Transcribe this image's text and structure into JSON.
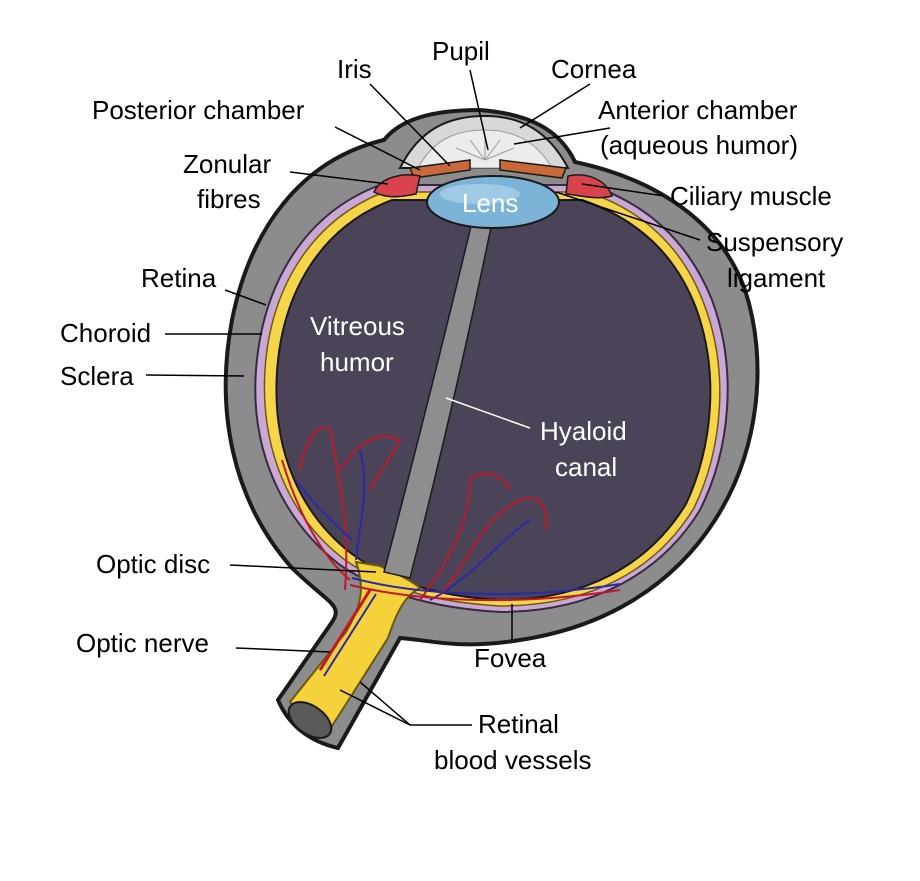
{
  "diagram": {
    "labels": {
      "iris": "Iris",
      "pupil": "Pupil",
      "cornea": "Cornea",
      "posterior_chamber": "Posterior chamber",
      "anterior_chamber": [
        "Anterior chamber",
        "(aqueous humor)"
      ],
      "zonular_fibres": [
        "Zonular",
        "fibres"
      ],
      "lens": "Lens",
      "ciliary_muscle": "Ciliary muscle",
      "suspensory_ligament": [
        "Suspensory",
        "ligament"
      ],
      "retina": "Retina",
      "choroid": "Choroid",
      "sclera": "Sclera",
      "vitreous_humor": [
        "Vitreous",
        "humor"
      ],
      "hyaloid_canal": [
        "Hyaloid",
        "canal"
      ],
      "optic_disc": "Optic disc",
      "optic_nerve": "Optic nerve",
      "fovea": "Fovea",
      "retinal_blood_vessels": [
        "Retinal",
        "blood vessels"
      ]
    },
    "colors": {
      "sclera": "#8c8c8c",
      "sclera_outline": "#1a1a1a",
      "choroid": "#c9a8d6",
      "retina": "#f7d54a",
      "vitreous": "#4b4458",
      "hyaloid": "#8e8e8e",
      "cornea": "#d8d8d8",
      "iris": "#c8693a",
      "lens": "#7bb4d6",
      "ciliary": "#d9434e",
      "artery": "#c0182a",
      "vein": "#2a2aa8",
      "nerve": "#f5d13c"
    }
  }
}
